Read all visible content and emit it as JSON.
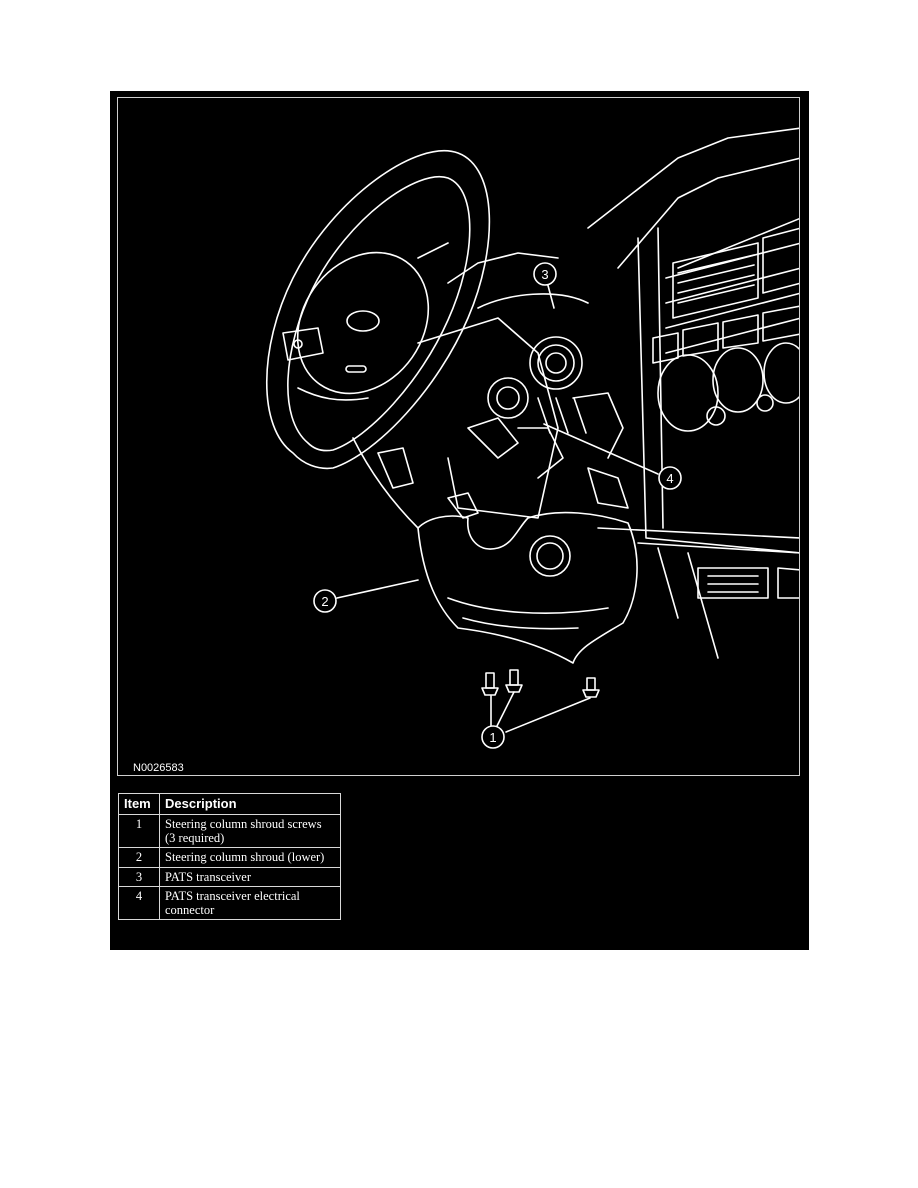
{
  "figure_id": "N0026583",
  "callouts": [
    {
      "label": "1"
    },
    {
      "label": "2"
    },
    {
      "label": "3"
    },
    {
      "label": "4"
    }
  ],
  "legend": {
    "headers": [
      "Item",
      "Description"
    ],
    "rows": [
      {
        "item": "1",
        "description": "Steering column shroud screws (3 required)"
      },
      {
        "item": "2",
        "description": "Steering column shroud (lower)"
      },
      {
        "item": "3",
        "description": "PATS transceiver"
      },
      {
        "item": "4",
        "description": "PATS transceiver electrical connector"
      }
    ]
  }
}
